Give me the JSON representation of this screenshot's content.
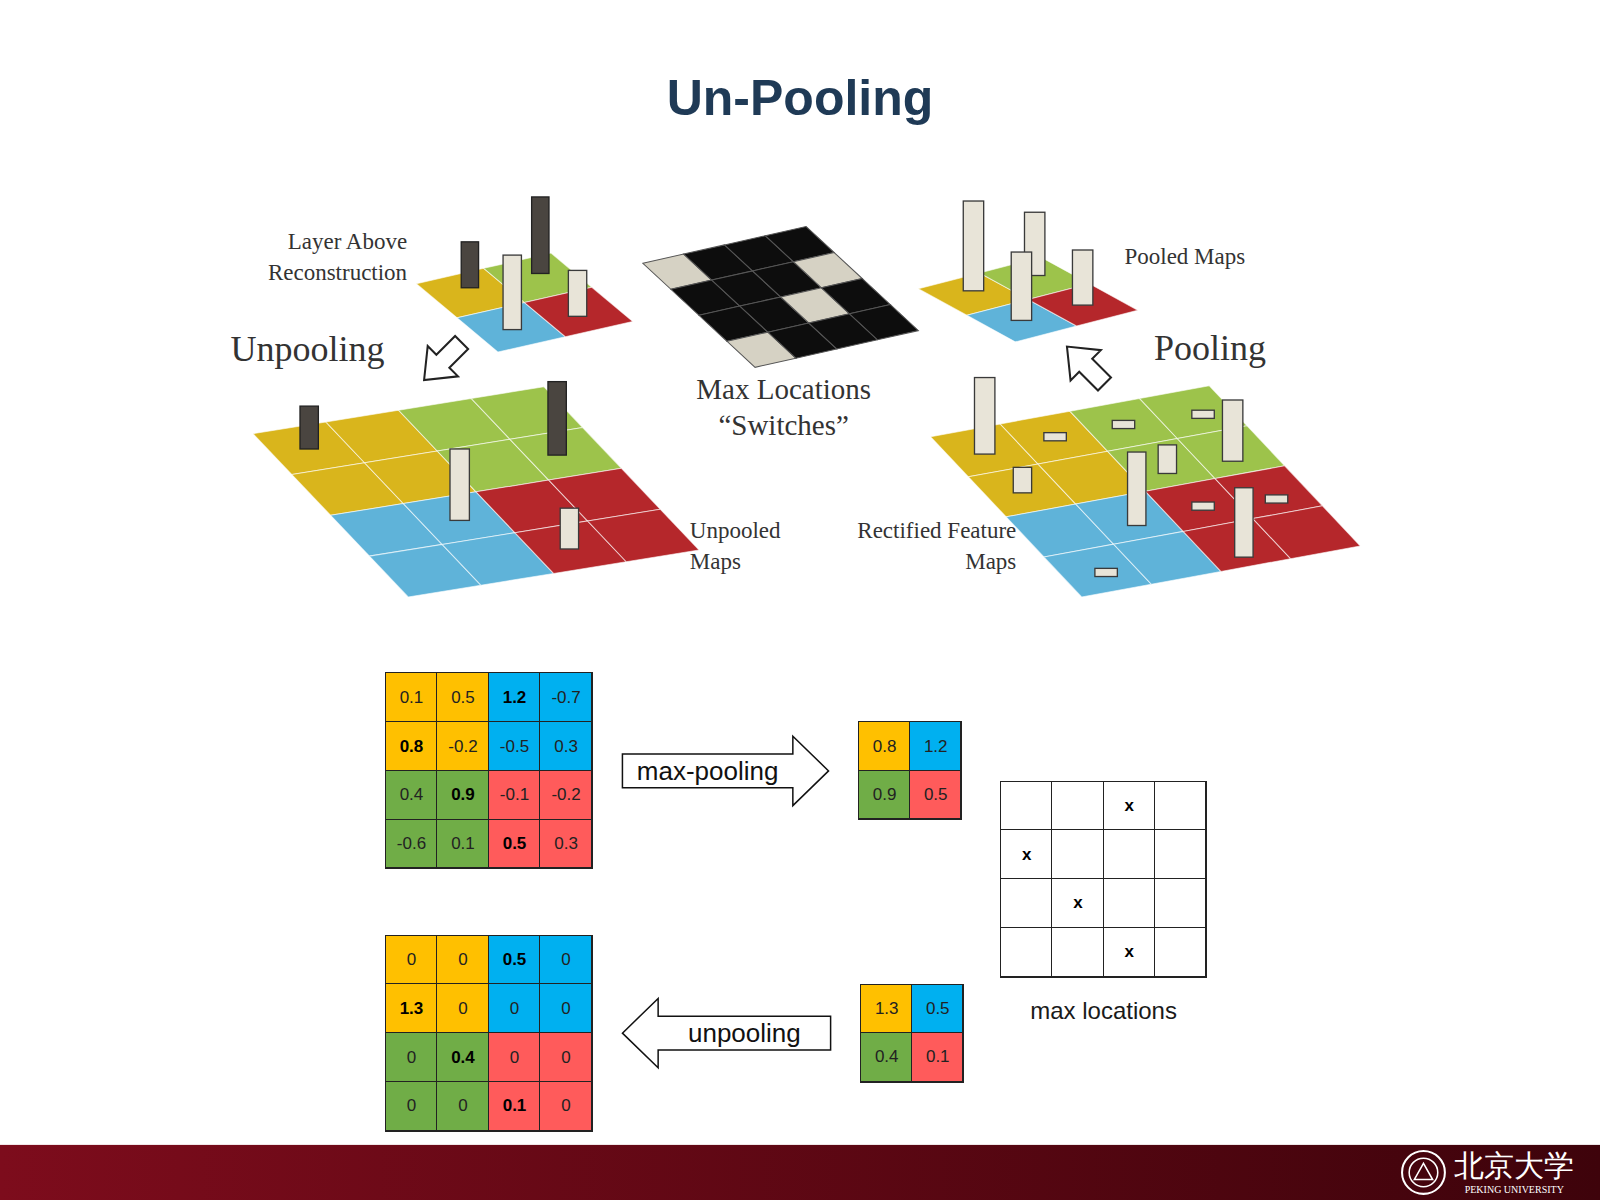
{
  "diagram": {
    "title": "Un-Pooling",
    "nodes": [
      {
        "text": [
          "0.1",
          "0.5",
          "1.2",
          "-0.7",
          "0.8",
          "-0.2",
          "-0.5",
          "0.3",
          "0.4",
          "0.9",
          "-0.1",
          "-0.2",
          "-0.6",
          "0.1",
          "0.5",
          "0.3"
        ]
      },
      {
        "text": [
          "0.8",
          "1.2",
          "0.9",
          "0.5"
        ]
      },
      {
        "text": [
          "x",
          "x",
          "x",
          "x",
          "max locations"
        ]
      },
      {
        "text": [
          "0",
          "0",
          "0.5",
          "0",
          "1.3",
          "0",
          "0",
          "0",
          "0",
          "0.4",
          "0",
          "0",
          "0",
          "0",
          "0.1",
          "0"
        ]
      },
      {
        "text": [
          "1.3",
          "0.5",
          "0.4",
          "0.1"
        ]
      }
    ],
    "edges": [
      {
        "from": 0,
        "to": 1,
        "label": "max-pooling",
        "arrow": "to"
      },
      {
        "from": 4,
        "to": 3,
        "label": "unpooling",
        "arrow": "to"
      }
    ],
    "labels": [
      "Layer Above Reconstruction",
      "Unpooling",
      "Max Locations “Switches”",
      "Pooled Maps",
      "Pooling",
      "Unpooled Maps",
      "Rectified Feature Maps",
      "北京大学",
      "PEKING UNIVERSITY"
    ]
  }
}
